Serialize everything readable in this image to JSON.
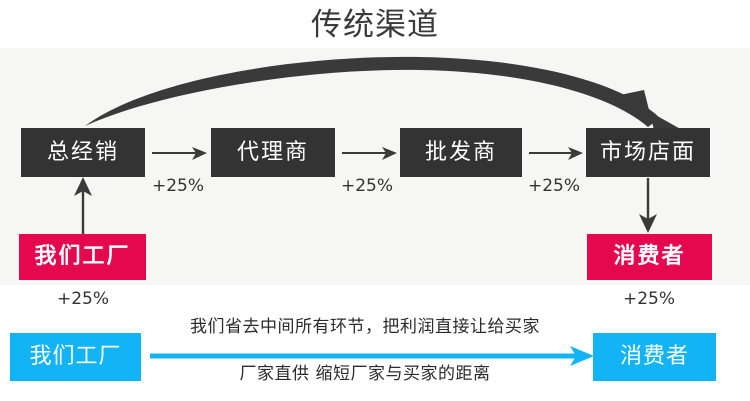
{
  "title": "传统渠道",
  "colors": {
    "panel_bg": "#f6f6f4",
    "dark_box": "#333333",
    "pink_box": "#e5074f",
    "cyan_box": "#12b4f5",
    "page_bg": "#ffffff",
    "text_dark": "#333333"
  },
  "traditional_chain": {
    "boxes": [
      {
        "label": "总经销"
      },
      {
        "label": "代理商"
      },
      {
        "label": "批发商"
      },
      {
        "label": "市场店面"
      }
    ],
    "markups": [
      {
        "label": "+25%"
      },
      {
        "label": "+25%"
      },
      {
        "label": "+25%"
      },
      {
        "label": "+25%"
      },
      {
        "label": "+25%"
      }
    ],
    "endpoints": [
      {
        "label": "我们工厂"
      },
      {
        "label": "消费者"
      }
    ]
  },
  "direct_channel": {
    "from_label": "我们工厂",
    "to_label": "消费者",
    "caption_top": "我们省去中间所有环节，把利润直接让给买家",
    "caption_bottom": "厂家直供 缩短厂家与买家的距离"
  },
  "icons": {
    "curved_arrow": "curved-arrow-icon",
    "right_arrow": "right-arrow-icon",
    "up_arrow": "up-arrow-icon",
    "down_arrow": "down-arrow-icon",
    "cyan_arrow": "cyan-right-arrow-icon"
  }
}
